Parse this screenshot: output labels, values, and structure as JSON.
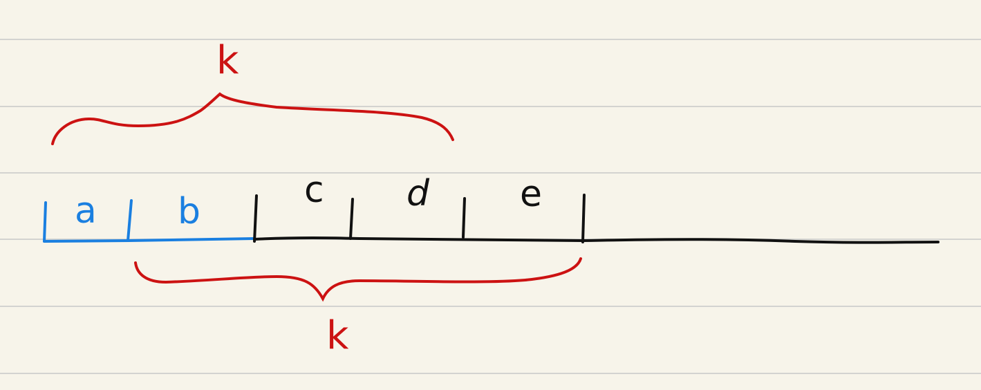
{
  "colors": {
    "paper": "#f7f4ea",
    "rule": "#d3d3d0",
    "blue": "#1a7fe0",
    "black": "#111111",
    "red": "#cc1212"
  },
  "labels": {
    "top_k": "k",
    "bottom_k": "k",
    "seg_a": "a",
    "seg_b": "b",
    "seg_c": "c",
    "seg_d": "d",
    "seg_e": "e"
  }
}
